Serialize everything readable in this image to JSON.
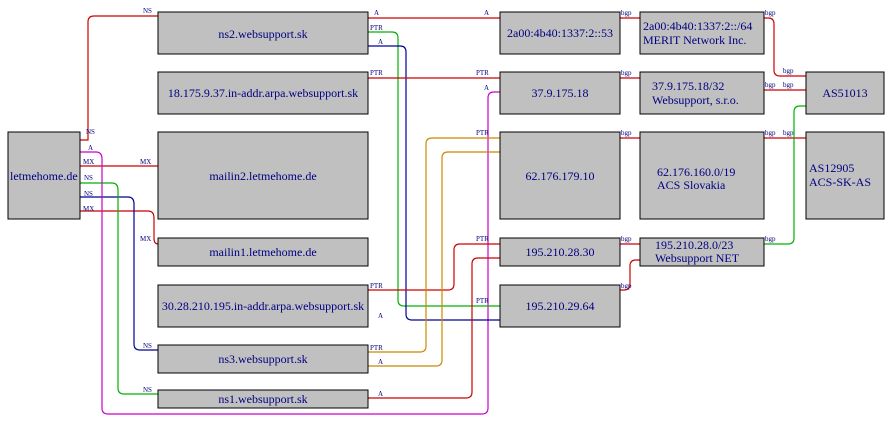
{
  "colors": {
    "red": "#cc0000",
    "green": "#00b000",
    "blue": "#000099",
    "orange": "#cc8800",
    "magenta": "#cc00cc",
    "node_fill": "#c0c0c0",
    "text": "#000080"
  },
  "nodes": {
    "letmehome": "letmehome.de",
    "ns2": "ns2.websupport.sk",
    "ptr1875": "18.175.9.37.in-addr.arpa.websupport.sk",
    "mailin2": "mailin2.letmehome.de",
    "mailin1": "mailin1.letmehome.de",
    "ptr3028": "30.28.210.195.in-addr.arpa.websupport.sk",
    "ns3": "ns3.websupport.sk",
    "ns1": "ns1.websupport.sk",
    "ip6": "2a00:4b40:1337:2::53",
    "ip37": "37.9.175.18",
    "ip62": "62.176.179.10",
    "ip195_30": "195.210.28.30",
    "ip195_64": "195.210.29.64",
    "pfx6_line1": "2a00:4b40:1337:2::/64",
    "pfx6_line2": "MERIT Network Inc.",
    "pfx37_line1": "37.9.175.18/32",
    "pfx37_line2": "Websupport, s.r.o.",
    "pfx62_line1": "62.176.160.0/19",
    "pfx62_line2": "ACS Slovakia",
    "pfx195_line1": "195.210.28.0/23",
    "pfx195_line2": "Websupport NET",
    "as51013": "AS51013",
    "as12905_line1": "AS12905",
    "as12905_line2": "ACS-SK-AS"
  },
  "edge_labels": {
    "ns": "NS",
    "mx": "MX",
    "a": "A",
    "ptr": "PTR",
    "bgp": "bgp"
  }
}
